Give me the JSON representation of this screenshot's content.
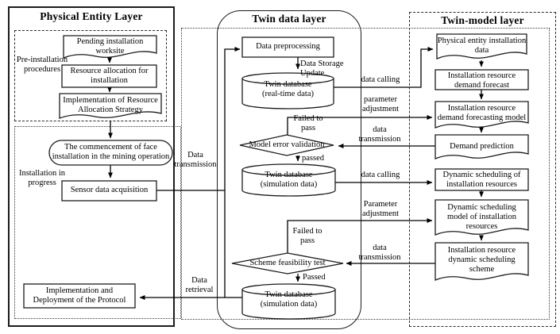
{
  "diagram": {
    "colors": {
      "line": "#000000",
      "background": "#ffffff"
    },
    "layers": {
      "physical": {
        "title": "Physical Entity Layer",
        "groups": {
          "pre_installation": "Pre-installation\nprocedures",
          "in_progress": "Installation in\nprogress"
        },
        "nodes": {
          "pending_worksite": "Pending installation\nworksite",
          "resource_allocation": "Resource allocation for\ninstallation",
          "implementation_strategy": "Implementation of Resource\nAllocation Strategy",
          "commencement": "The commencement of face\ninstallation in the mining operation",
          "sensor_acquisition": "Sensor data acquisition",
          "protocol_deployment": "Implementation and\nDeployment of the Protocol"
        }
      },
      "twin_data": {
        "title": "Twin data layer",
        "nodes": {
          "preprocessing": "Data preprocessing",
          "db_realtime": "Twin database\n(real-time data)",
          "model_error_validation": "Model error validation",
          "db_simulation_1": "Twin database\n(simulation data)",
          "scheme_feasibility_test": "Scheme feasibility test",
          "db_simulation_2": "Twin database\n(simulation data)"
        }
      },
      "twin_model": {
        "title": "Twin-model layer",
        "nodes": {
          "physical_entity_data": "Physical entity installation\ndata",
          "demand_forecast": "Installation resource\ndemand forecast",
          "demand_forecasting_model": "Installation resource\ndemand forecasting model",
          "demand_prediction": "Demand prediction",
          "dynamic_scheduling": "Dynamic scheduling of\ninstallation resources",
          "dynamic_scheduling_model": "Dynamic scheduling\nmodel of installation\nresources",
          "scheduling_scheme": "Installation resource\ndynamic scheduling\nscheme"
        }
      }
    },
    "edge_labels": {
      "data_storage_update": "Data Storage Update",
      "data_transmission_left": "Data\ntransmission",
      "data_retrieval": "Data\nretrieval",
      "data_calling_1": "data calling",
      "parameter_adjustment_1": "parameter\nadjustment",
      "data_transmission_1": "data\ntransmission",
      "data_calling_2": "data calling",
      "parameter_adjustment_2": "Parameter\nadjustment",
      "data_transmission_2": "data\ntransmission",
      "failed_to_pass_1": "Failed to\npass",
      "passed_1": "passed",
      "failed_to_pass_2": "Failed to\npass",
      "passed_2": "Passed"
    }
  }
}
